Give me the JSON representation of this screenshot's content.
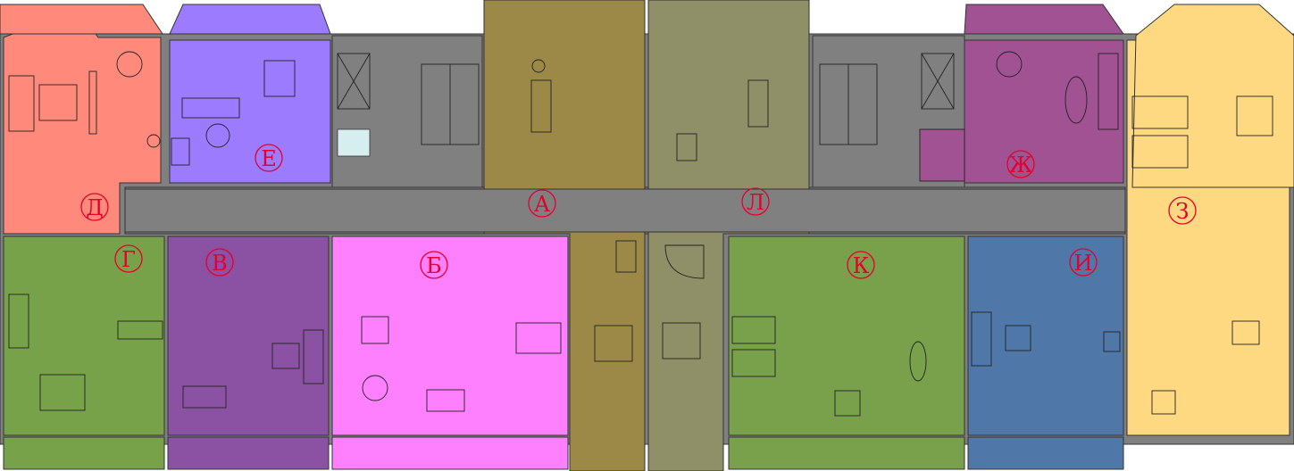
{
  "plan": {
    "background": "#ffffff",
    "wall_color": "#808080",
    "apartments": [
      {
        "id": "a",
        "label": "А",
        "color": "#9c8847"
      },
      {
        "id": "b",
        "label": "Б",
        "color": "#ff80ff"
      },
      {
        "id": "v",
        "label": "В",
        "color": "#8b51a2"
      },
      {
        "id": "g",
        "label": "Г",
        "color": "#77a24a"
      },
      {
        "id": "d",
        "label": "Д",
        "color": "#ff8a7c"
      },
      {
        "id": "e",
        "label": "Е",
        "color": "#9c7bff"
      },
      {
        "id": "zh",
        "label": "Ж",
        "color": "#a05292"
      },
      {
        "id": "z",
        "label": "З",
        "color": "#ffd982"
      },
      {
        "id": "i",
        "label": "И",
        "color": "#4f78a8"
      },
      {
        "id": "k",
        "label": "К",
        "color": "#79a04a"
      },
      {
        "id": "l",
        "label": "Л",
        "color": "#8f8f68"
      }
    ]
  }
}
